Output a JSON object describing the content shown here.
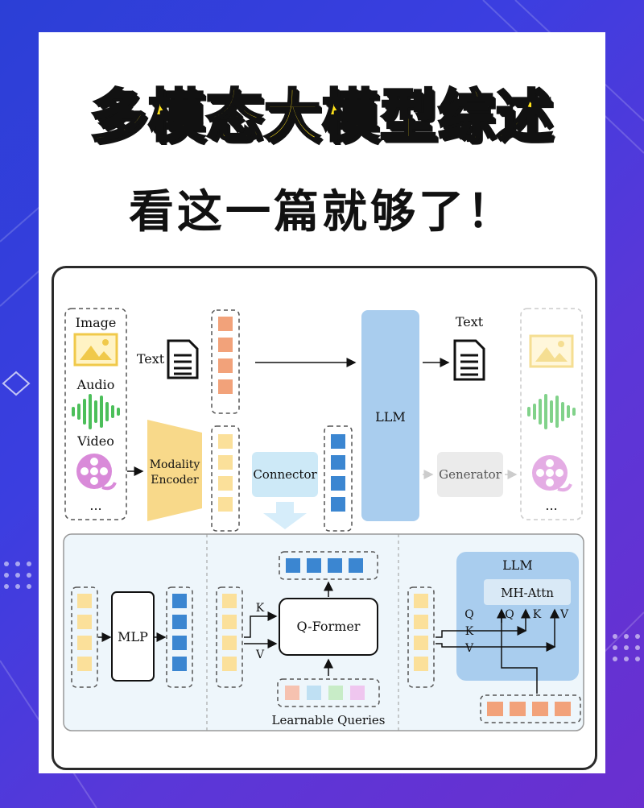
{
  "header": {
    "title": "多模态大模型综述",
    "subtitle": "看这一篇就够了！"
  },
  "diagram": {
    "inputs": {
      "image_label": "Image",
      "audio_label": "Audio",
      "video_label": "Video",
      "more": "..."
    },
    "text_input_label": "Text",
    "modality_encoder_line1": "Modality",
    "modality_encoder_line2": "Encoder",
    "connector_label": "Connector",
    "llm_label": "LLM",
    "text_output_label": "Text",
    "generator_label": "Generator",
    "outputs_more": "...",
    "mlp_label": "MLP",
    "qformer_label": "Q-Former",
    "qformer_k": "K",
    "qformer_v": "V",
    "learnable_queries_label": "Learnable Queries",
    "panel_llm_label": "LLM",
    "mh_attn_label": "MH-Attn",
    "attn_q": "Q",
    "attn_k": "K",
    "attn_v": "V",
    "attn_q_in": "Q",
    "attn_k_in": "K",
    "attn_v_in": "V"
  },
  "colors": {
    "title_yellow": "#ffe21a",
    "token_orange": "#f2a27a",
    "token_yellow": "#fbe09a",
    "token_blue": "#3b86d1",
    "llm_blue": "#a9cdee",
    "connector_blue": "#cde9f7",
    "generator_gray": "#ebebeb",
    "encoder_yellow": "#f8d98a",
    "panel_bg": "#eef6fb"
  }
}
